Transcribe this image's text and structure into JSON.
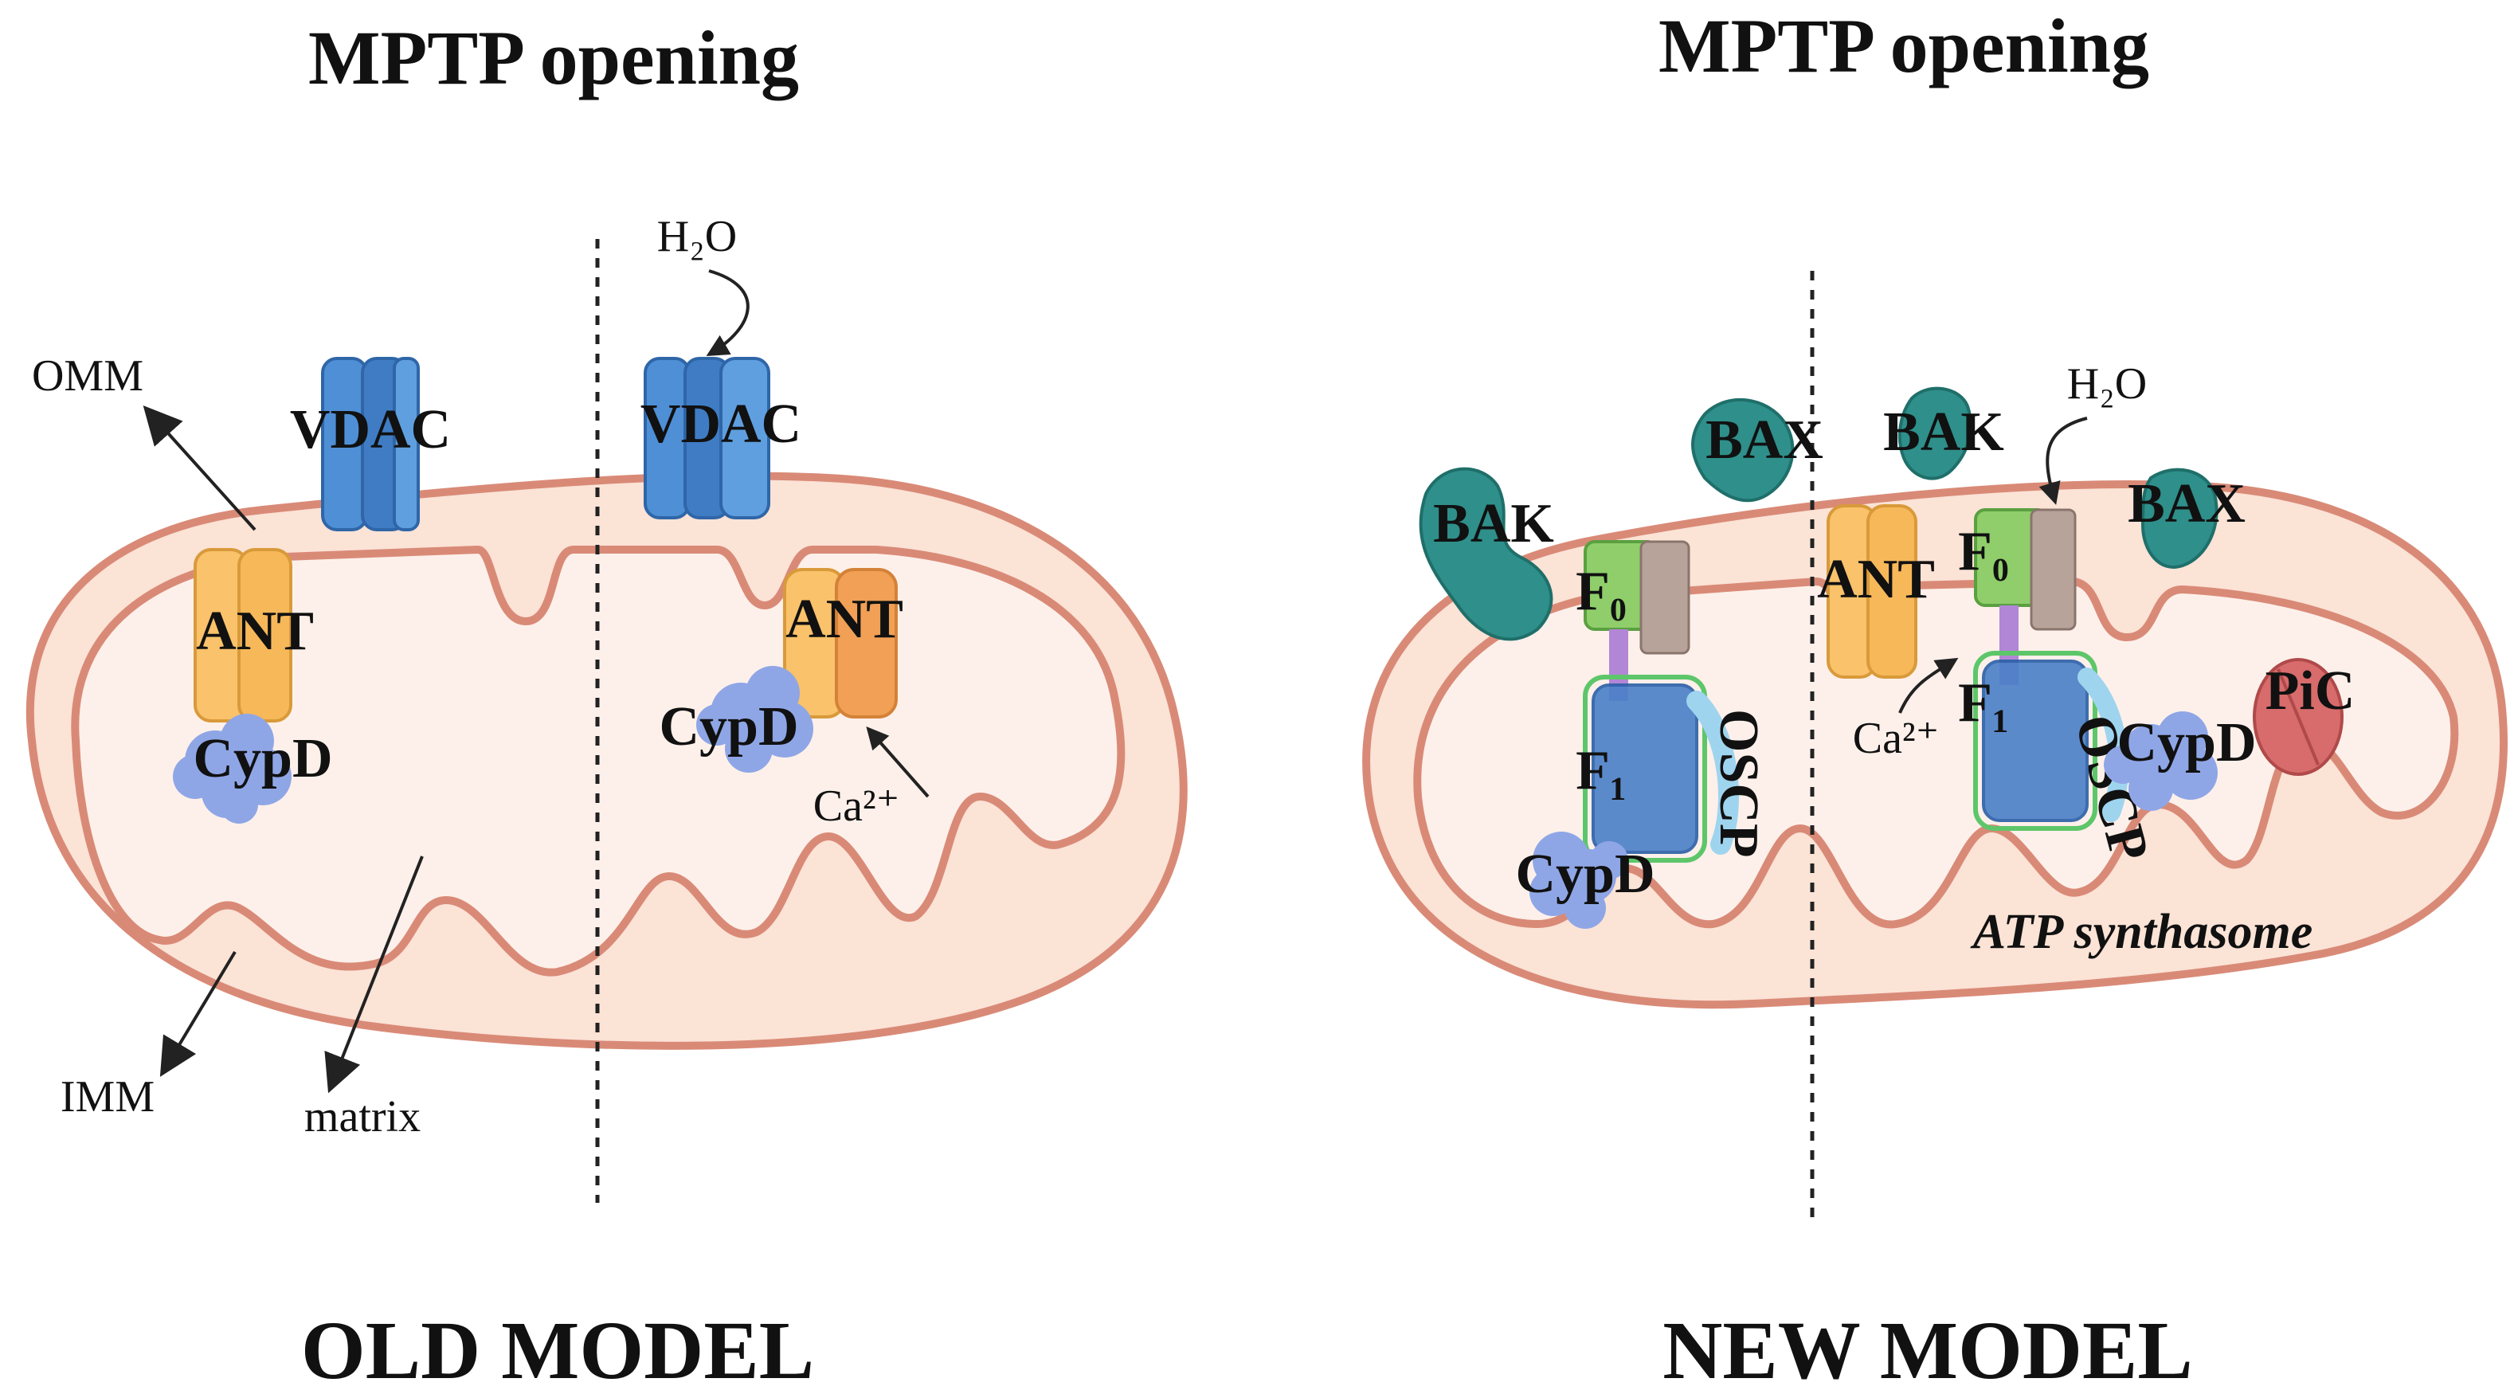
{
  "old_model": {
    "title": "MPTP opening",
    "footer": "OLD MODEL",
    "labels": {
      "omm": "OMM",
      "imm": "IMM",
      "matrix": "matrix",
      "vdac_left": "VDAC",
      "vdac_right": "VDAC",
      "ant_left": "ANT",
      "ant_right": "ANT",
      "cypd_left": "CypD",
      "cypd_right": "CypD",
      "water": "H₂O",
      "calcium": "Ca²⁺"
    }
  },
  "new_model": {
    "title": "MPTP opening",
    "footer": "NEW MODEL",
    "labels": {
      "bak_left": "BAK",
      "bax_left": "BAX",
      "bak_right": "BAK",
      "bax_right": "BAX",
      "ant": "ANT",
      "f0_left": "F₀",
      "f1_left": "F₁",
      "f0_right": "F₀",
      "f1_right": "F₁",
      "oscp_left": "OSCP",
      "oscp_right": "OSCP",
      "cypd_left": "CypD",
      "cypd_right": "CypD",
      "pic": "PiC",
      "water": "H₂O",
      "calcium": "Ca²⁺",
      "atp_synthasome": "ATP synthasome"
    }
  },
  "colors": {
    "membrane_fill": "#fbe3d6",
    "membrane_stroke": "#d98a77",
    "matrix_fill": "#fdf0ea",
    "vdac": "#4f8fd6",
    "ant": "#f9c26b",
    "ant_dark": "#f1a055",
    "cypd": "#8fa6e6",
    "bak_bax": "#2f8f8a",
    "atp_synthase_green": "#8fce6a",
    "atp_synthase_blue": "#4a7fc8",
    "oscp": "#9fd4ee",
    "pic": "#d86b6b"
  },
  "icons": [
    "vdac-channel-icon",
    "ant-transporter-icon",
    "cypd-protein-icon",
    "bak-protein-icon",
    "bax-protein-icon",
    "atp-synthase-icon",
    "pic-carrier-icon"
  ]
}
